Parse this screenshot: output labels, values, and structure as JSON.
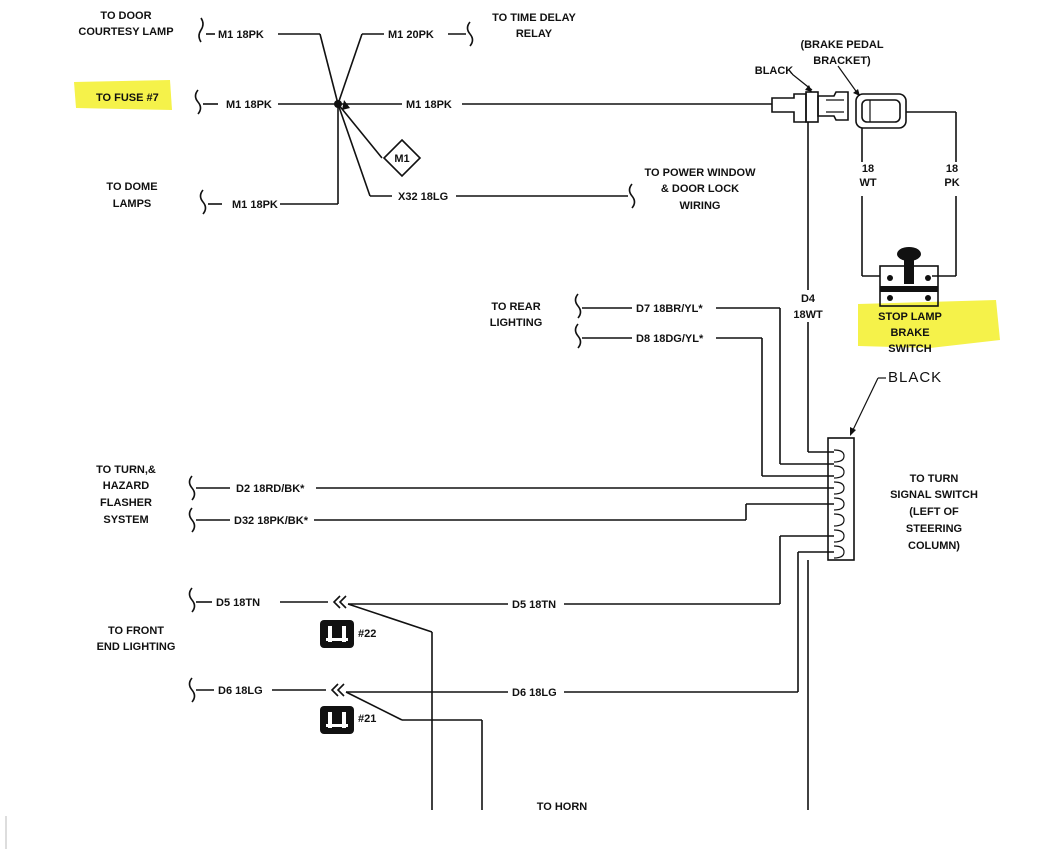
{
  "labels": {
    "to_door_courtesy_1": "TO DOOR",
    "to_door_courtesy_2": "COURTESY LAMP",
    "to_fuse": "TO FUSE #7",
    "to_dome_1": "TO DOME",
    "to_dome_2": "LAMPS",
    "to_time_delay_1": "TO TIME DELAY",
    "to_time_delay_2": "RELAY",
    "to_power_window_1": "TO POWER WINDOW",
    "to_power_window_2": "& DOOR LOCK",
    "to_power_window_3": "WIRING",
    "brake_pedal_1": "(BRAKE PEDAL",
    "brake_pedal_2": "BRACKET)",
    "black_connector": "BLACK",
    "black_switch": "BLACK",
    "to_rear_1": "TO REAR",
    "to_rear_2": "LIGHTING",
    "stop_lamp_1": "STOP LAMP",
    "stop_lamp_2": "BRAKE",
    "stop_lamp_3": "SWITCH",
    "to_turn_hazard_1": "TO TURN,&",
    "to_turn_hazard_2": "HAZARD",
    "to_turn_hazard_3": "FLASHER",
    "to_turn_hazard_4": "SYSTEM",
    "to_turn_signal_1": "TO TURN",
    "to_turn_signal_2": "SIGNAL SWITCH",
    "to_turn_signal_3": "(LEFT OF",
    "to_turn_signal_4": "STEERING",
    "to_turn_signal_5": "COLUMN)",
    "to_front_1": "TO FRONT",
    "to_front_2": "END LIGHTING",
    "to_horn": "TO HORN"
  },
  "wires": {
    "m1_courtesy": "M1 18PK",
    "m1_20pk": "M1 20PK",
    "m1_fuse": "M1 18PK",
    "m1_main": "M1 18PK",
    "m1_dome": "M1 18PK",
    "splice": "M1",
    "x32": "X32 18LG",
    "wt_1": "18",
    "wt_2": "WT",
    "pk_1": "18",
    "pk_2": "PK",
    "d4_1": "D4",
    "d4_2": "18WT",
    "d7": "D7 18BR/YL*",
    "d8": "D8 18DG/YL*",
    "d2": "D2 18RD/BK*",
    "d32": "D32 18PK/BK*",
    "d5_left": "D5 18TN",
    "d5_right": "D5 18TN",
    "d6_left": "D6 18LG",
    "d6_right": "D6 18LG",
    "ref_22": "#22",
    "ref_21": "#21"
  }
}
